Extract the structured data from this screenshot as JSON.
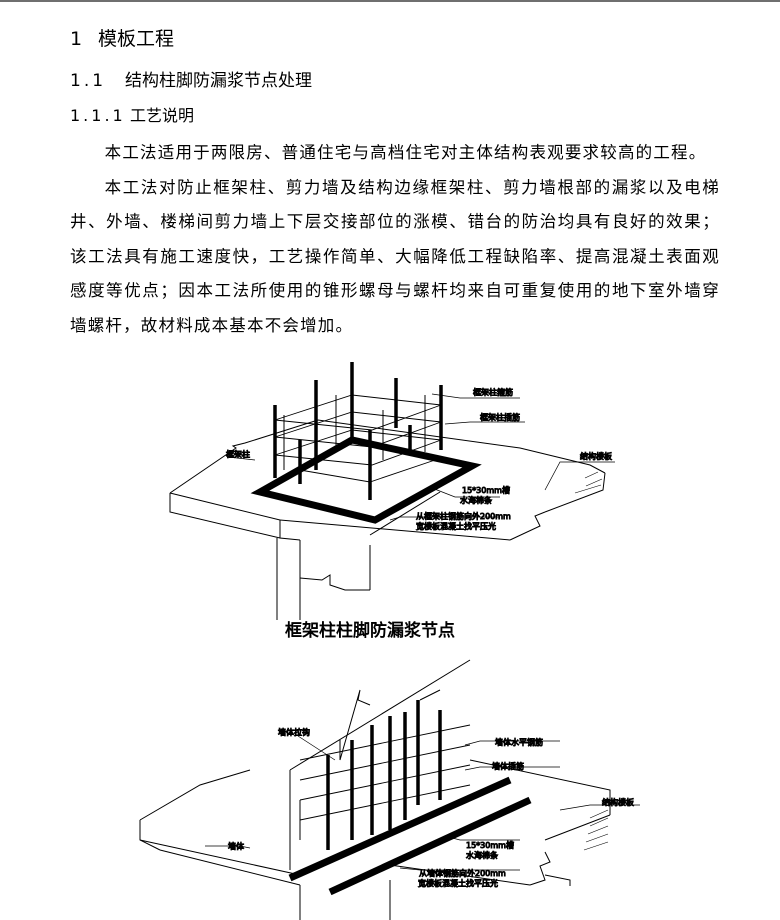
{
  "heading1": {
    "number": "1",
    "title": "模板工程"
  },
  "heading2": {
    "number": "1.1",
    "title": "结构柱脚防漏浆节点处理"
  },
  "heading3": {
    "number": "1.1.1",
    "title": "工艺说明"
  },
  "paragraphs": [
    "本工法适用于两限房、普通住宅与高档住宅对主体结构表观要求较高的工程。",
    "本工法对防止框架柱、剪力墙及结构边缘框架柱、剪力墙根部的漏浆以及电梯井、外墙、楼梯间剪力墙上下层交接部位的涨模、错台的防治均具有良好的效果；该工法具有施工速度快，工艺操作简单、大幅降低工程缺陷率、提高混凝土表面观感度等优点；因本工法所使用的锥形螺母与螺杆均来自可重复使用的地下室外墙穿墙螺杆，故材料成本基本不会增加。"
  ],
  "figure1": {
    "caption": "框架柱柱脚防漏浆节点",
    "labels": {
      "stirrup": "框架柱箍筋",
      "dowel": "框架柱插筋",
      "column": "框架柱",
      "slab": "结构楼板",
      "groove": "15*30mm槽",
      "sponge": "水海棉条",
      "trowel1": "从框架柱钢筋向外200mm",
      "trowel2": "宽楼板混凝土找平压光"
    }
  },
  "figure2": {
    "labels": {
      "tie": "墙体拉钩",
      "horizontal": "墙体水平钢筋",
      "dowel": "墙体插筋",
      "slab": "结构楼板",
      "wall": "墙体",
      "groove": "15*30mm槽",
      "sponge": "水海棉条",
      "trowel1": "从墙体钢筋向外200mm",
      "trowel2": "宽楼板混凝土找平压光"
    }
  }
}
